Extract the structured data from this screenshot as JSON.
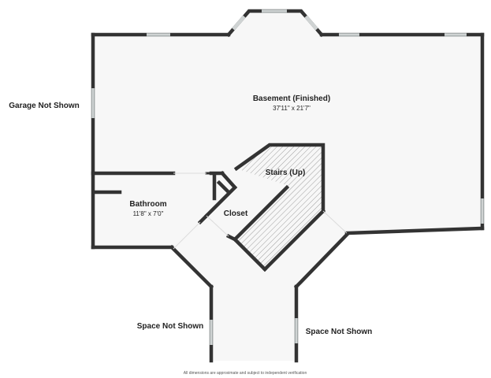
{
  "rooms": {
    "basement": {
      "label": "Basement (Finished)",
      "dimensions": "37'11\" x 21'7\""
    },
    "stairs": {
      "label": "Stairs (Up)"
    },
    "bathroom": {
      "label": "Bathroom",
      "dimensions": "11'8\" x 7'0\""
    },
    "closet": {
      "label": "Closet"
    }
  },
  "outside": {
    "garage": "Garage Not Shown",
    "space_left": "Space Not Shown",
    "space_right": "Space Not Shown"
  },
  "footer": {
    "disclaimer": "All dimensions are approximate and subject to independent verification"
  },
  "colors": {
    "wall": "#333333",
    "floor": "#f7f7f7",
    "window": "#cfd3d3"
  }
}
